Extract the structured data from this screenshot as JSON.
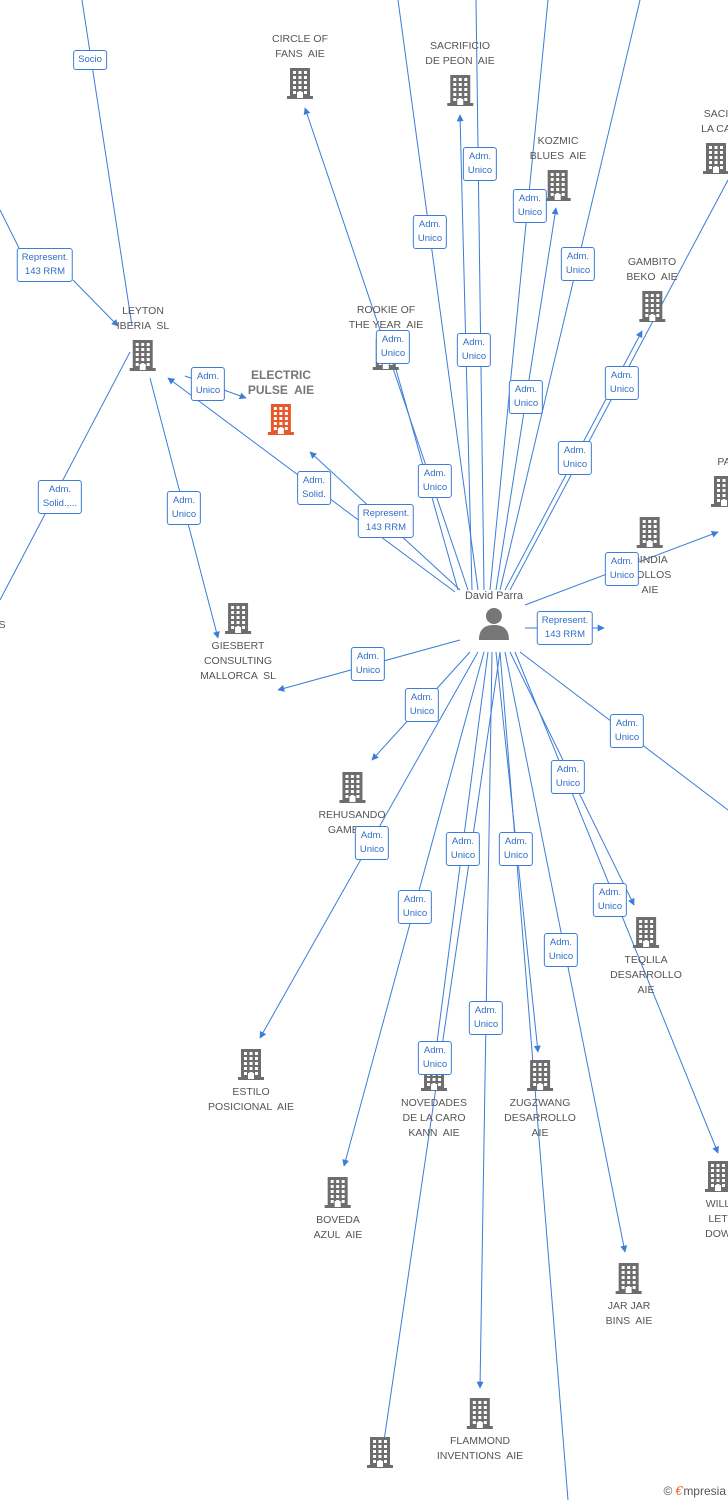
{
  "center": {
    "name": "David Parra"
  },
  "nodes": [
    {
      "id": "circle",
      "label": "CIRCLE OF\nFANS  AIE"
    },
    {
      "id": "sacrificio",
      "label": "SACRIFICIO\nDE PEON  AIE"
    },
    {
      "id": "kozmic",
      "label": "KOZMIC\nBLUES  AIE"
    },
    {
      "id": "sac2",
      "label": "SACI\nLA CA"
    },
    {
      "id": "gambito",
      "label": "GAMBITO\nBEKO  AIE"
    },
    {
      "id": "leyton",
      "label": "LEYTON\nIBERIA  SL"
    },
    {
      "id": "rookie",
      "label": "ROOKIE OF\nTHE YEAR  AIE"
    },
    {
      "id": "electric",
      "label": "ELECTRIC\nPULSE  AIE",
      "focus": true
    },
    {
      "id": "p",
      "label": "PA"
    },
    {
      "id": "dindia",
      "label": "DINDIA\nROLLOS\nAIE"
    },
    {
      "id": "giesbert",
      "label": "GIESBERT\nCONSULTING\nMALLORCA  SL"
    },
    {
      "id": "rehusando",
      "label": "REHUSANDO\nGAMBITO"
    },
    {
      "id": "teqlila",
      "label": "TEQLILA\nDESARROLLO\nAIE"
    },
    {
      "id": "estilo",
      "label": "ESTILO\nPOSICIONAL  AIE"
    },
    {
      "id": "novedades",
      "label": "NOVEDADES\nDE LA CARO\nKANN  AIE"
    },
    {
      "id": "zugzwang",
      "label": "ZUGZWANG\nDESARROLLO\nAIE"
    },
    {
      "id": "will",
      "label": "WILL\nLET\nDOW"
    },
    {
      "id": "boveda",
      "label": "BOVEDA\nAZUL  AIE"
    },
    {
      "id": "jarjar",
      "label": "JAR JAR\nBINS  AIE"
    },
    {
      "id": "flammond",
      "label": "FLAMMOND\nINVENTIONS  AIE"
    },
    {
      "id": "bottom",
      "label": ""
    },
    {
      "id": "leftedge",
      "label": "S"
    }
  ],
  "edge_labels": [
    "Socio",
    "Represent.\n143 RRM",
    "Adm.\nUnico",
    "Adm.\nUnico",
    "Adm.\nUnico",
    "Adm.\nUnico",
    "Adm.\nUnico",
    "Adm.\nUnico",
    "Adm.\nUnico",
    "Adm.\nUnico",
    "Adm.\nUnico",
    "Adm.\nSolid.,...",
    "Adm.\nUnico",
    "Adm.\nSolid.",
    "Represent.\n143 RRM",
    "Adm.\nUnico",
    "Adm.\nUnico",
    "Adm.\nUnico",
    "Represent.\n143 RRM",
    "Adm.\nUnico",
    "Adm.\nUnico",
    "Adm.\nUnico",
    "Adm.\nUnico",
    "Adm.\nUnico",
    "Adm.\nUnico",
    "Adm.\nUnico",
    "Adm.\nUnico",
    "Adm.\nUnico",
    "Adm.\nUnico",
    "Adm.\nUnico",
    "Adm.\nUnico"
  ],
  "brand": {
    "copyright": "©",
    "e": "€",
    "name": "mpresia"
  },
  "colors": {
    "edge": "#3b7dd8",
    "building": "#6d6d6d",
    "focus": "#e8582a",
    "person": "#777777"
  }
}
